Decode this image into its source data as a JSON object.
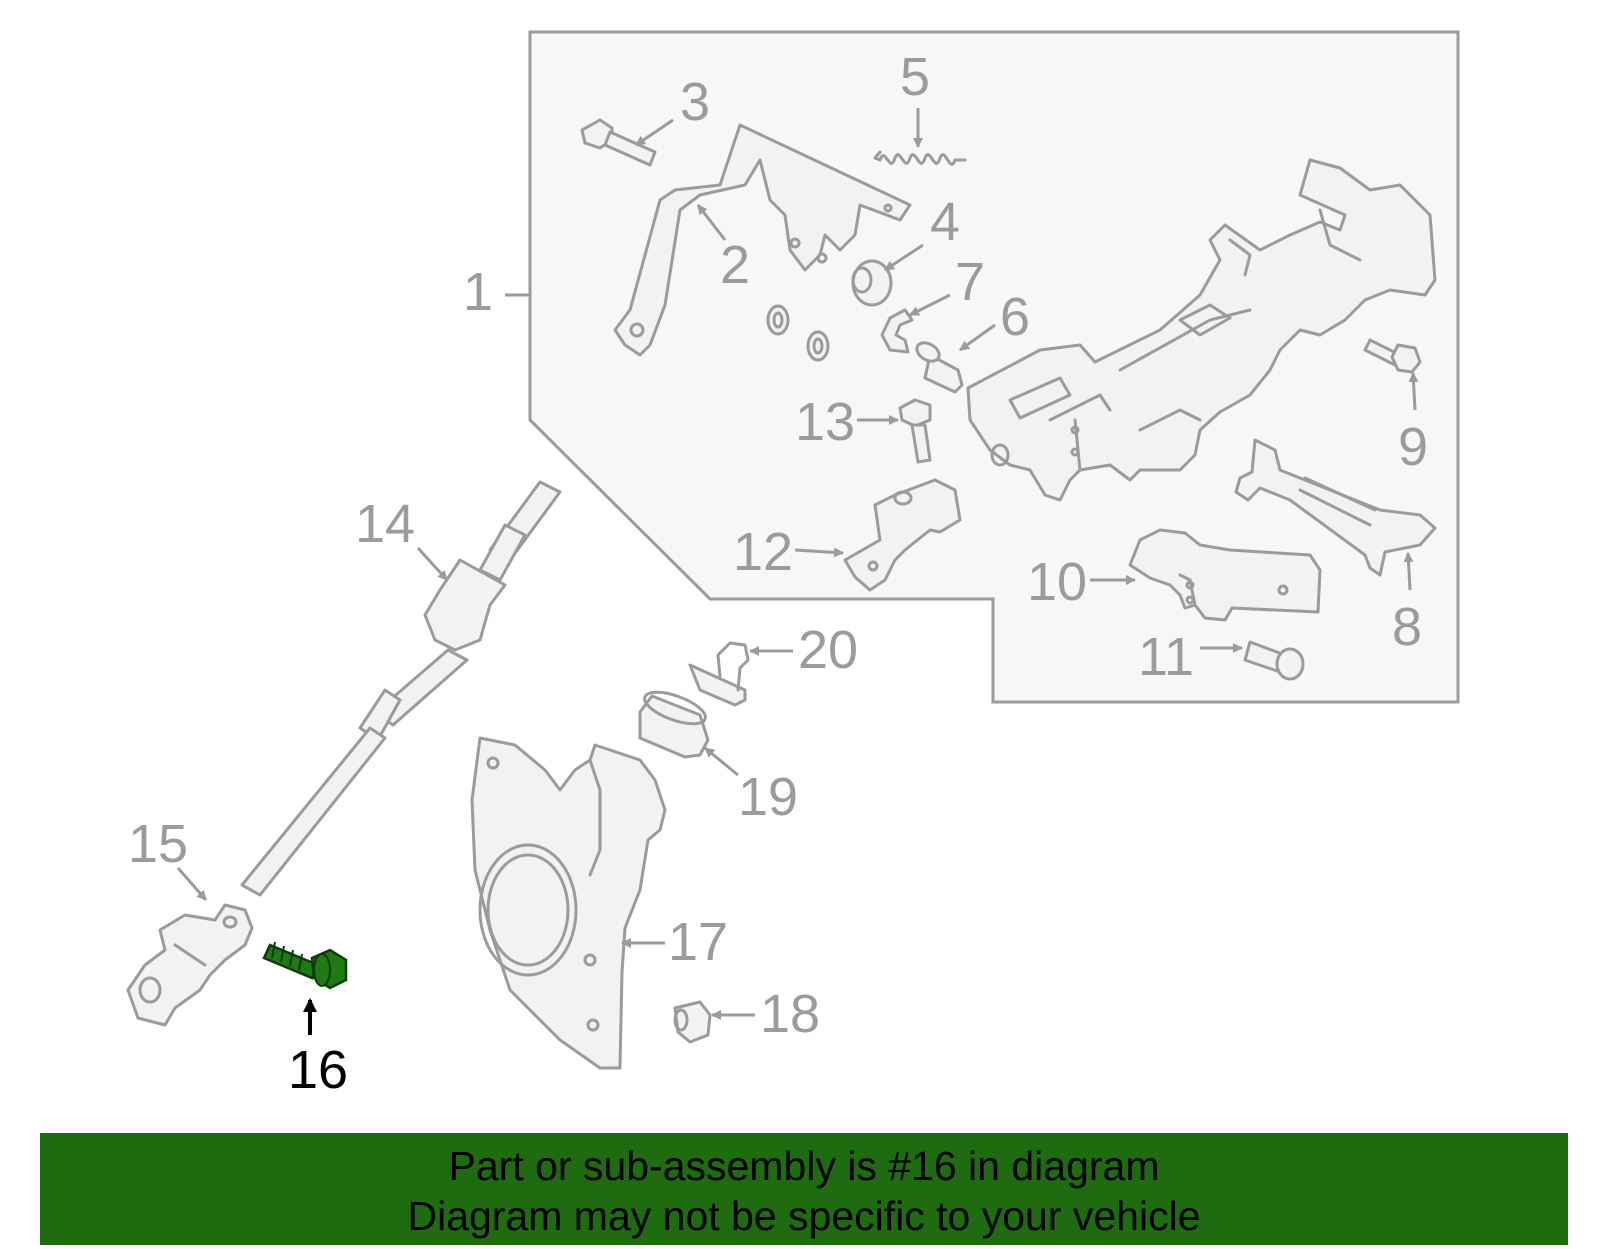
{
  "diagram": {
    "callouts": {
      "c1": "1",
      "c2": "2",
      "c3": "3",
      "c4": "4",
      "c5": "5",
      "c6": "6",
      "c7": "7",
      "c8": "8",
      "c9": "9",
      "c10": "10",
      "c11": "11",
      "c12": "12",
      "c13": "13",
      "c14": "14",
      "c15": "15",
      "c16": "16",
      "c17": "17",
      "c18": "18",
      "c19": "19",
      "c20": "20"
    },
    "highlighted_part": "16",
    "colors": {
      "line_gray": "#9b9b9b",
      "part_fill": "#f2f2f2",
      "highlight_part": "#1f7a12",
      "caption_background": "#1e6b10"
    }
  },
  "caption": {
    "line1": "Part or sub-assembly is #16 in diagram",
    "line2": "Diagram may not be specific to your vehicle"
  }
}
